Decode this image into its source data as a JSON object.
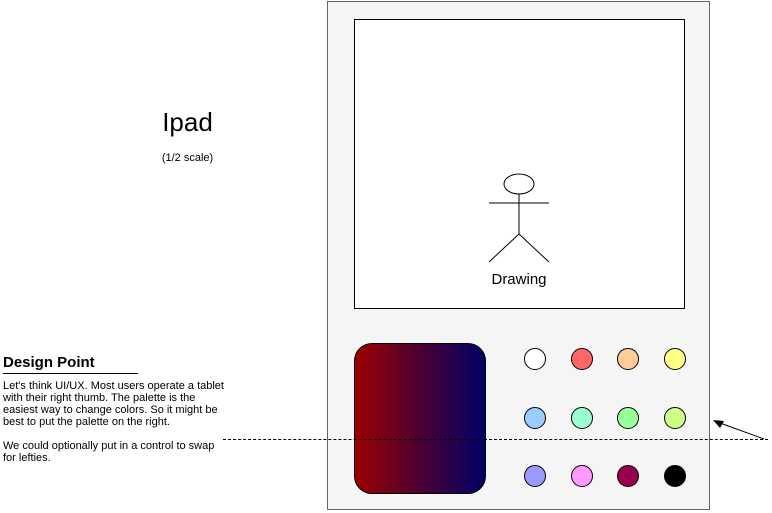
{
  "page": {
    "title": "Ipad",
    "subtitle": "(1/2 scale)"
  },
  "design_point": {
    "heading": "Design Point",
    "text": "Let's think UI/UX. Most users operate a tablet with their right thumb. The palette is the easiest way to change colors. So it might be best to put the palette on the right.\n\nWe could optionally put in a control to swap for lefties."
  },
  "canvas": {
    "label": "Drawing",
    "figure_icon": "stick-figure-icon"
  },
  "palette": {
    "gradient_colors": [
      "#990000",
      "#000066"
    ],
    "colors": [
      "#ffffff",
      "#ff6666",
      "#ffcc99",
      "#ffff88",
      "#99ccff",
      "#99ffcc",
      "#99ff99",
      "#ccff88",
      "#9999ff",
      "#ff99ff",
      "#99004c",
      "#000000"
    ]
  }
}
